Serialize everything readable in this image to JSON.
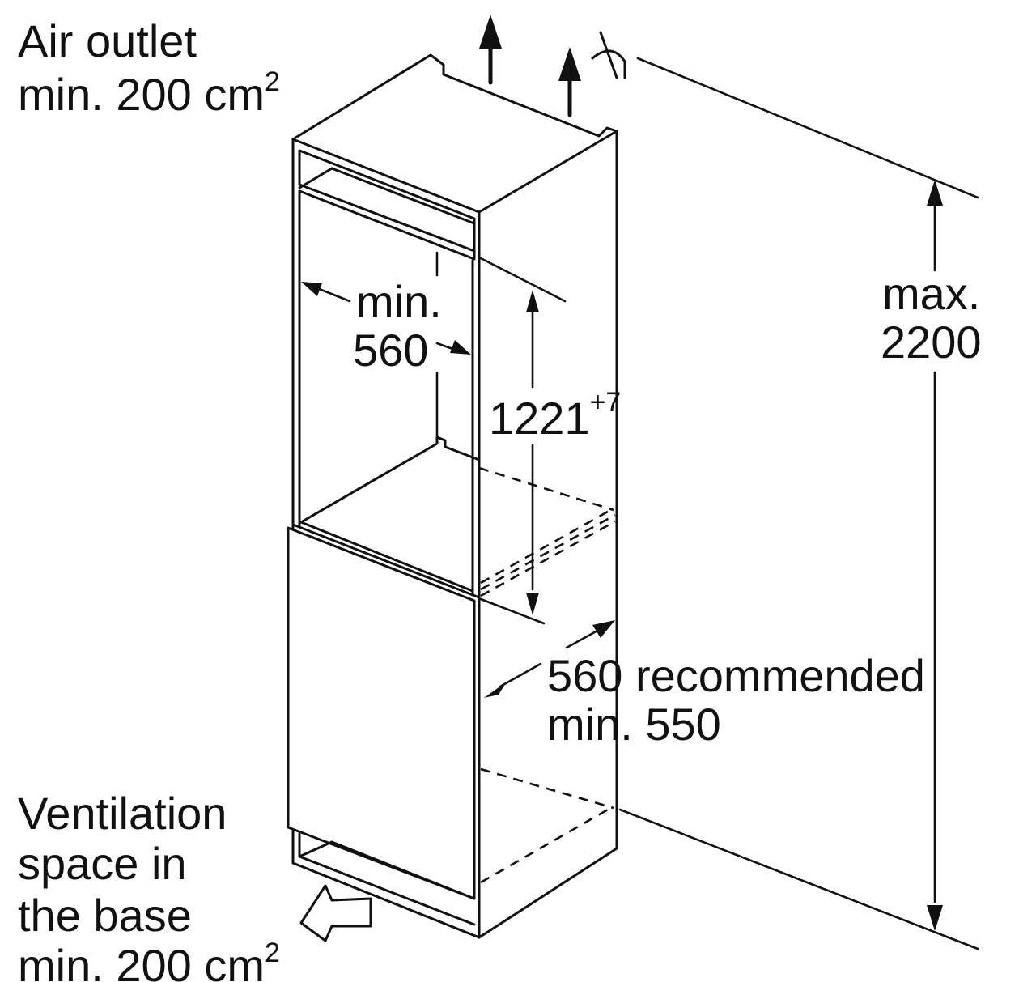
{
  "labels": {
    "air_outlet_line1": "Air outlet",
    "air_outlet_line2": "min. 200 cm",
    "air_outlet_sup": "2",
    "width_min_line1": "min.",
    "width_min_line2": "560",
    "niche_height": "1221",
    "niche_height_tolerance": "+7",
    "max_height_line1": "max.",
    "max_height_line2": "2200",
    "depth_line1": "560 recommended",
    "depth_line2": "min. 550",
    "ventilation_line1": "Ventilation",
    "ventilation_line2": "space in",
    "ventilation_line3": "the base",
    "ventilation_line4": "min. 200 cm",
    "ventilation_sup": "2"
  },
  "icons": [
    "air-outlet-arrow-icon",
    "air-inlet-arrow-icon",
    "ceiling-symbol-icon"
  ],
  "colors": {
    "line": "#111111",
    "background": "#ffffff"
  }
}
